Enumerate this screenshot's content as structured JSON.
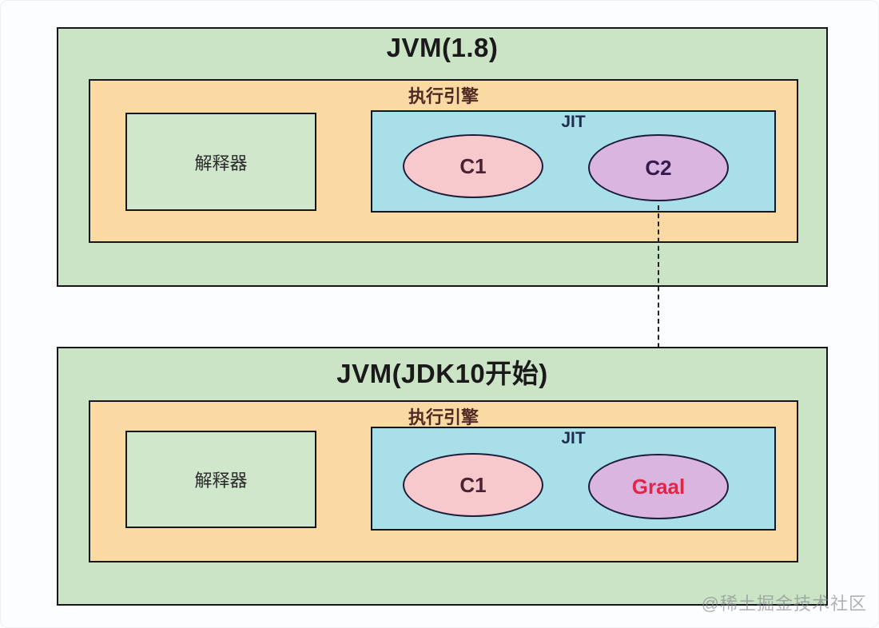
{
  "diagram": {
    "top": {
      "title": "JVM(1.8)",
      "engine_label": "执行引擎",
      "interpreter_label": "解释器",
      "jit_label": "JIT",
      "c1_label": "C1",
      "c2_label": "C2"
    },
    "bottom": {
      "title": "JVM(JDK10开始)",
      "engine_label": "执行引擎",
      "interpreter_label": "解释器",
      "jit_label": "JIT",
      "c1_label": "C1",
      "c2_label": "Graal"
    },
    "arrow": {
      "from": "C2",
      "to": "Graal",
      "style": "dashed"
    },
    "watermark": "@稀土掘金技术社区",
    "colors": {
      "jvm-box": "#cbe4c6",
      "engine-box": "#fbd9a3",
      "jit-box": "#a9dfe9",
      "interp-box": "#d0e7cc",
      "c1-fill": "#f7c9cc",
      "c2-fill": "#d9b5e0",
      "border": "#16161f",
      "engine-text": "#4f2b24",
      "jit-text": "#1f2c50",
      "c1-text": "#4b2133",
      "c2-text": "#38194b",
      "graal-text": "#e02547",
      "arrow": "#222222",
      "watermark": "#84848c"
    }
  }
}
